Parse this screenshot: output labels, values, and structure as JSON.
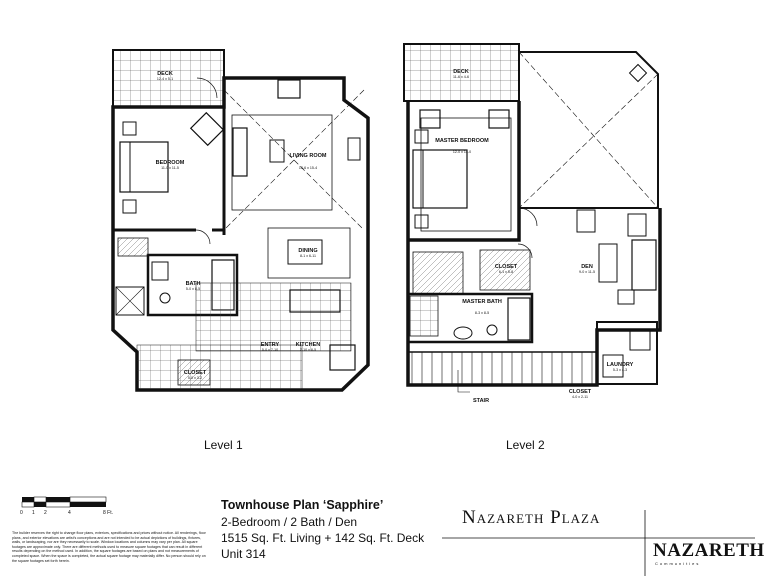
{
  "level1": {
    "label": "Level 1",
    "rooms": {
      "deck": {
        "name": "DECK",
        "dim": "12-4 x 5-1"
      },
      "bedroom": {
        "name": "BEDROOM",
        "dim": "11-0 x 11-5"
      },
      "living": {
        "name": "LIVING ROOM",
        "dim": "13-6 x 15-4"
      },
      "dining": {
        "name": "DINING",
        "dim": "8-1 x 6-11"
      },
      "bath": {
        "name": "BATH",
        "dim": "5-0 x 8-5"
      },
      "entry": {
        "name": "ENTRY",
        "dim": "5-0 x 7-10"
      },
      "kitchen": {
        "name": "KITCHEN",
        "dim": "7-10 x 8-5"
      },
      "closet": {
        "name": "CLOSET",
        "dim": "5-0 x 3-2"
      }
    }
  },
  "level2": {
    "label": "Level 2",
    "rooms": {
      "deck": {
        "name": "DECK",
        "dim": "11-6 x 4-6"
      },
      "master": {
        "name": "MASTER BEDROOM",
        "dim": "12-0 x 14-0"
      },
      "closet": {
        "name": "CLOSET",
        "dim": "6-1 x 5-8"
      },
      "den": {
        "name": "DEN",
        "dim": "9-0 x 11-5"
      },
      "master_bath": {
        "name": "MASTER BATH",
        "dim": "8-3 x 8-5"
      },
      "laundry": {
        "name": "LAUNDRY",
        "dim": "5-3 x 4-3"
      },
      "stair": {
        "name": "STAIR"
      },
      "closet2": {
        "name": "CLOSET",
        "dim": "4-0 x 2-11"
      }
    }
  },
  "scale": {
    "ticks": [
      "0",
      "1",
      "2",
      "4",
      "8 Ft."
    ]
  },
  "info": {
    "title": "Townhouse Plan ‘Sapphire’",
    "line1": "2-Bedroom / 2 Bath / Den",
    "line2": "1515 Sq. Ft. Living + 142 Sq. Ft. Deck",
    "line3": "Unit 314"
  },
  "disclaimer": "The builder reserves the right to change floor plans, exteriors, specifications and prices without notice. All renderings, floor plans, and exterior elevations are artist’s conceptions and are not intended to be actual depictions of buildings, fixtures, walls, or landscaping, nor are they necessarily to scale. Window locations and columns may vary per plan. All square footages are approximate only. There are different methods used to measure square footages that can result in different results depending on the method used. In addition, the square footages are based on plans and not measurements of completed space. When the space is completed, the actual square footage may materially differ. No person should rely on the square footages set forth herein.",
  "brand": {
    "name": "Nazareth Plaza",
    "logo": "NAZARETH",
    "logo_sub": "Communities"
  }
}
